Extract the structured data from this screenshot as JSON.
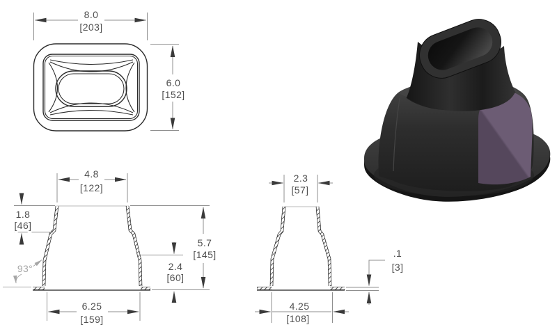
{
  "drawing": {
    "views": {
      "top": {
        "width": {
          "in": "8.0",
          "mm": "[203]"
        },
        "height": {
          "in": "6.0",
          "mm": "[152]"
        }
      },
      "front_section": {
        "top_width": {
          "in": "4.8",
          "mm": "[122]"
        },
        "neck_height": {
          "in": "1.8",
          "mm": "[46]"
        },
        "draft_angle": "93°",
        "base_width": {
          "in": "6.25",
          "mm": "[159]"
        },
        "overall_height": {
          "in": "5.7",
          "mm": "[145]"
        },
        "lower_height": {
          "in": "2.4",
          "mm": "[60]"
        }
      },
      "side_section": {
        "top_width": {
          "in": "2.3",
          "mm": "[57]"
        },
        "base_width": {
          "in": "4.25",
          "mm": "[108]"
        },
        "flange_thickness": {
          "in": ".1",
          "mm": "[3]"
        }
      }
    }
  },
  "colors": {
    "background": "#ffffff",
    "part_outline": "#2b2b2b",
    "dimension_line": "#8f8f8f",
    "dimension_text": "#4f4f4f",
    "reference_gray": "#a6a6a6",
    "arrow_dark": "#3a3a3a",
    "render_body_black": "#2a2a2a",
    "render_face_purple_light": "#6c5c74",
    "render_face_purple_dark": "#55475c",
    "render_flange": "#333333"
  }
}
